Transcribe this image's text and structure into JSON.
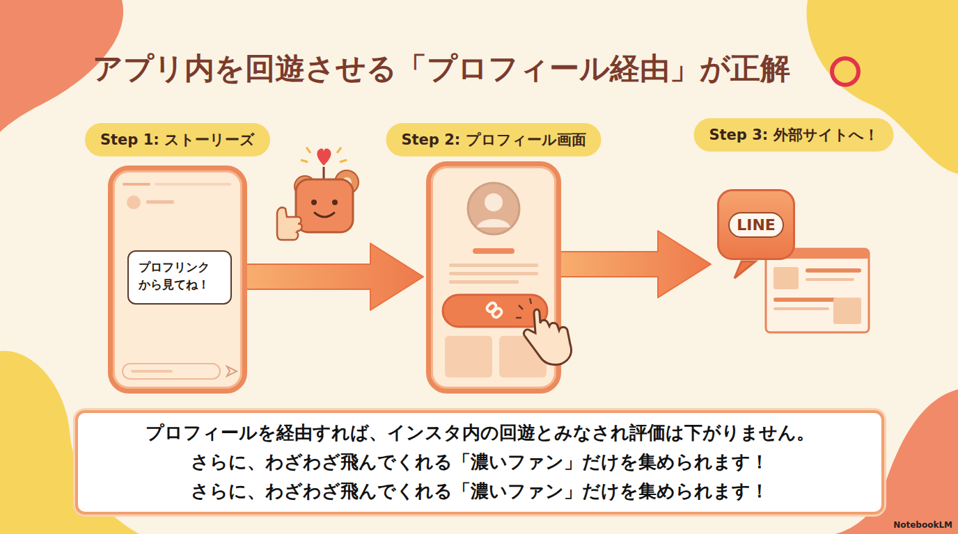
{
  "diagram": {
    "title": "アプリ内を回遊させる「プロフィール経由」が正解",
    "nodes": [
      {
        "text": [
          "Step 1: ストーリーズ"
        ]
      },
      {
        "text": [
          "プロフリンク から見てね！"
        ],
        "in": 0
      },
      {
        "text": [
          "Step 2: プロフィール画面"
        ]
      },
      {
        "text": [
          "Step 3: 外部サイトへ！"
        ]
      },
      {
        "text": [
          "LINE"
        ],
        "in": 3
      },
      {
        "text": [
          "プロフィールを経由すれば、インスタ内の回遊とみなされ評価は下がりません。",
          "さらに、わざわざ飛んでくれる「濃いファン」だけを集められます！",
          "さらに、わざわざ飛んでくれる「濃いファン」だけを集められます！"
        ]
      }
    ],
    "edges": [
      {
        "from": 0,
        "to": 2,
        "arrow": "to"
      },
      {
        "from": 2,
        "to": 3,
        "arrow": "to"
      }
    ],
    "labels": [
      "NotebookLM"
    ]
  }
}
